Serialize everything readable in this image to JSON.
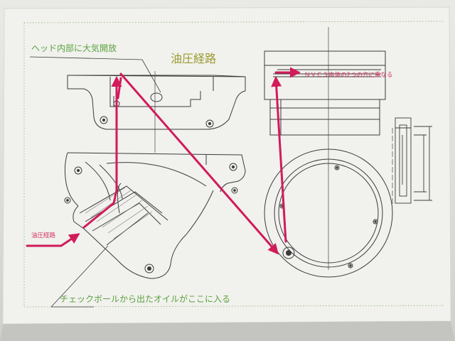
{
  "annotations": {
    "head_vent": "ヘッド内部に大気開放",
    "title": "油圧経路",
    "nvcs_note": "ＮＶＣＳ本体の2つの穴に重なる",
    "inlet": "油圧経路",
    "check_ball": "チェックボールから出たオイルがここに入る"
  },
  "colors": {
    "paper": "#f1f1ee",
    "drawing_line": "#3b3b3b",
    "green_text": "#5aa23c",
    "olive_text": "#9a9a2e",
    "red_text": "#d3365d",
    "arrow": "#d11b5b",
    "centerline": "#5a5a5a"
  },
  "icons": [
    "arrow-icon"
  ]
}
